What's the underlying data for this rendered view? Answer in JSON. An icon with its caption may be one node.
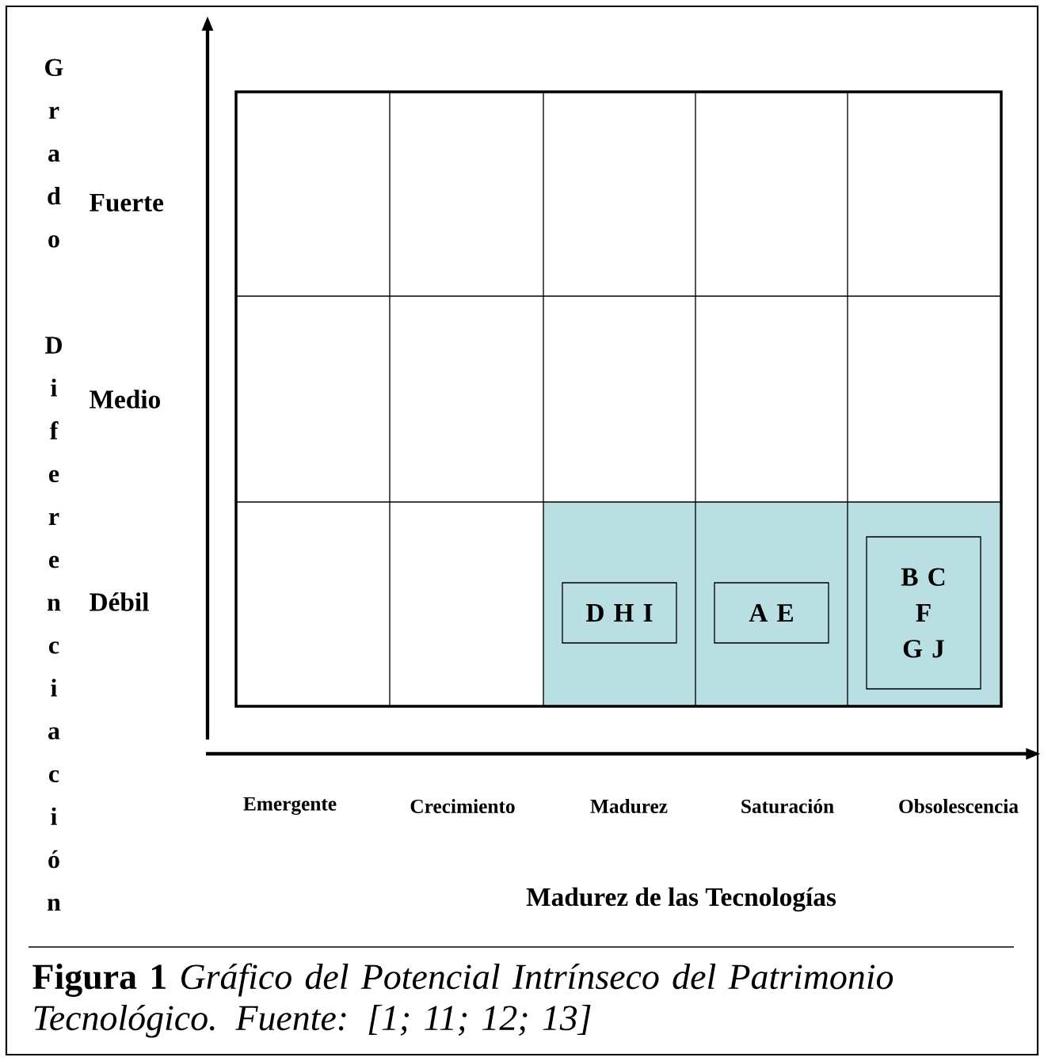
{
  "diagram": {
    "caption": "**Figura 1** *Gráfico del Potencial Intrínseco del Patrimonio Tecnológico. Fuente: [1; 11; 12; 13]*",
    "nodes": [
      {
        "text": [
          "D H I"
        ]
      },
      {
        "text": [
          "A E"
        ]
      },
      {
        "text": [
          "B C F G J"
        ]
      }
    ],
    "edges": [],
    "labels": [
      "Grado Diferenciación",
      "Fuerte",
      "Medio",
      "Débil",
      "Emergente",
      "Crecimiento",
      "Madurez",
      "Saturación",
      "Obsolescencia",
      "Madurez de las Tecnologías"
    ]
  }
}
